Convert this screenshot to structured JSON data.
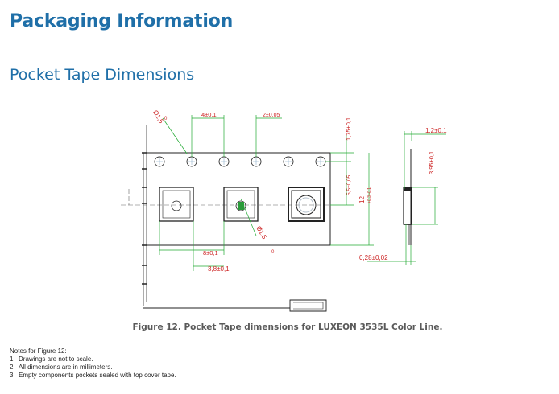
{
  "document": {
    "heading": "Packaging Information",
    "subheading": "Pocket Tape Dimensions",
    "caption": "Figure 12. Pocket Tape dimensions for LUXEON 3535L Color Line.",
    "notes_title": "Notes for Figure 12:",
    "notes": [
      {
        "num": "1.",
        "text": "Drawings are not to scale."
      },
      {
        "num": "2.",
        "text": "All dimensions are in millimeters."
      },
      {
        "num": "3.",
        "text": "Empty components pockets sealed with top cover tape."
      }
    ]
  },
  "drawing": {
    "dims": {
      "hole_diameter": "Ø1,5",
      "hole_diameter_tol": "0",
      "hole_pitch": "4±0,1",
      "hole_to_pocket": "2±0,05",
      "pocket_pitch": "8±0,1",
      "pocket_size": "3,8±0,1",
      "pocket_hole_diameter": "Ø1,5",
      "pocket_hole_tol": "0",
      "hole_edge_offset": "1,75±0,1",
      "hole_to_pocket_center": "5,5±0,05",
      "tape_width": "12",
      "tape_width_tol": "+0,3 -0,1",
      "thickness_total": "1,2±0,1",
      "pocket_depth": "3,95±0,1",
      "tape_thickness": "0,28±0,02"
    }
  },
  "colors": {
    "heading": "#1f6fa8",
    "dimension_lines": "#22aa33",
    "label_text": "#cc2222",
    "outline": "#222222"
  }
}
